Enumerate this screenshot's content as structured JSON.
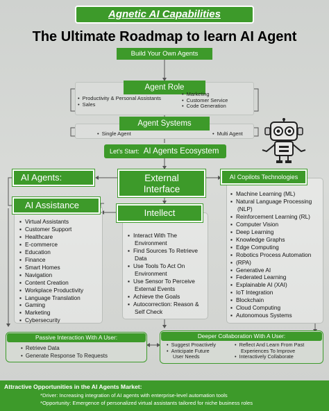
{
  "top_banner": "Agnetic AI Capabilities",
  "main_title": "The Ultimate Roadmap to learn AI Agent",
  "build_banner": "Build Your Own Agents",
  "agent_role": {
    "title": "Agent Role",
    "left": [
      "Productivity & Personal Assistants",
      "Sales"
    ],
    "right": [
      "Marketing",
      "Customer Service",
      "Code Generation"
    ]
  },
  "agent_systems": {
    "title": "Agent Systems",
    "left": "Single Agent",
    "right": "Multi Agent"
  },
  "ecosystem": {
    "prefix": "Let's Start:",
    "label": "AI Agents Ecosystem"
  },
  "ai_agents": "AI Agents:",
  "external_interface": {
    "line1": "External",
    "line2": "Interface"
  },
  "copilots": {
    "title": "AI Copilots Technologies",
    "items": [
      "Machine Learning (ML)",
      "Natural Language Processing",
      "(NLP)",
      "Reinforcement Learning (RL)",
      "Computer Vision",
      "Deep Learning",
      "Knowledge Graphs",
      "Edge Computing",
      "Robotics Process Automation",
      "(RPA)",
      "Generative AI",
      "Federated Learning",
      "Explainable AI (XAI)",
      "IoT Integration",
      "Blockchain",
      "Cloud Computing",
      "Autonomous Systems"
    ]
  },
  "assistance": {
    "title": "AI Assistance",
    "items": [
      "Virtual Assistants",
      "Customer Support",
      "Healthcare",
      "E-commerce",
      "Education",
      "Finance",
      "Smart Homes",
      "Navigation",
      "Content Creation",
      "Workplace Productivity",
      "Language Translation",
      "Gaming",
      "Marketing",
      "Cybersecurity"
    ]
  },
  "intellect": {
    "title": "Intellect",
    "items": [
      "Interact With The",
      "Environment",
      "Find Sources To Retrieve",
      "Data",
      "Use Tools To Act On",
      "Environment",
      "Use Sensor To Perceive",
      "External Events",
      "Achieve the Goals",
      "Autocorrection: Reason &",
      "Self Check"
    ]
  },
  "passive": {
    "title": "Passive Interaction With A User:",
    "items": [
      "Retrieve Data",
      "Generate Response To Requests"
    ]
  },
  "deeper": {
    "title": "Deeper Collaboration With A User:",
    "left": [
      "Suggest Proactively",
      "Anticipate Future",
      "User Needs"
    ],
    "right": [
      "Reflect And Learn From Past",
      "Experiences To Improve",
      "Interactively Collaborate"
    ]
  },
  "footer": {
    "title": "Attractive Opportunities in the AI Agents Market:",
    "line1": "*Driver: Increasing integration of AI agents with enterprise-level automation tools",
    "line2": "*Opportunity: Emergence of personalized virtual assistants tailored for niche business roles"
  },
  "colors": {
    "accent": "#3d9a2a",
    "background": "#d4d6d3"
  }
}
